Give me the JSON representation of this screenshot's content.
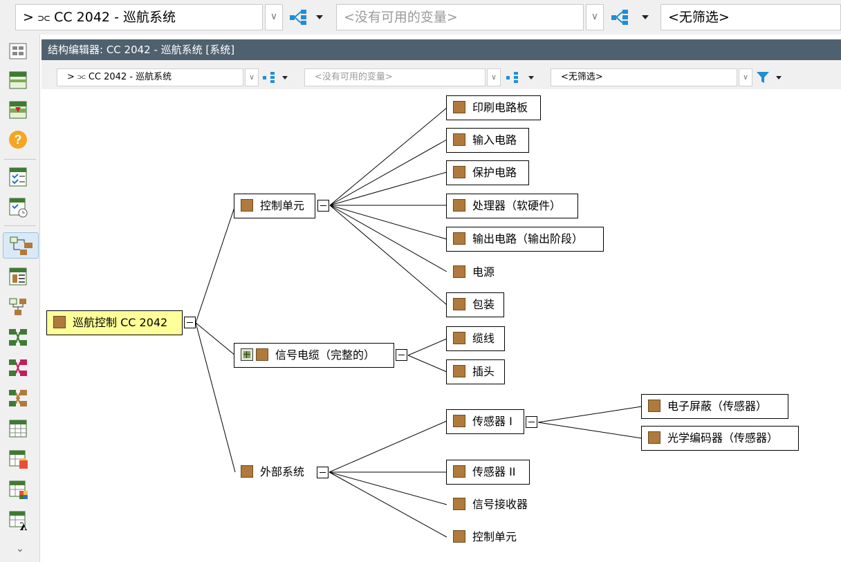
{
  "top_toolbar": {
    "structure_combo": "> ⫗ CC 2042 - 巡航系统",
    "variant_combo": "<没有可用的变量>",
    "filter_combo": "<无筛选>"
  },
  "editor": {
    "title": "结构编辑器: CC 2042 - 巡航系统 [系统]",
    "structure_combo": "> ⫗ CC 2042 - 巡航系统",
    "variant_combo": "<没有可用的变量>",
    "filter_combo": "<无筛选>"
  },
  "tree": {
    "root": "巡航控制 CC 2042",
    "control_unit": "控制单元",
    "cu_children": [
      "印刷电路板",
      "输入电路",
      "保护电路",
      "处理器（软硬件）",
      "输出电路（输出阶段）",
      "电源",
      "包装"
    ],
    "signal_cable": "信号电缆（完整的）",
    "sc_children": [
      "缆线",
      "插头"
    ],
    "external_system": "外部系统",
    "sensor1": "传感器 I",
    "s1_children": [
      "电子屏蔽（传感器）",
      "光学编码器（传感器）"
    ],
    "es_children": [
      "传感器 II",
      "信号接收器",
      "控制单元"
    ]
  },
  "colors": {
    "header_bg": "#4f616f",
    "root_bg": "#ffff99",
    "item_icon": "#b07a3c",
    "accent": "#1e8ed6"
  }
}
